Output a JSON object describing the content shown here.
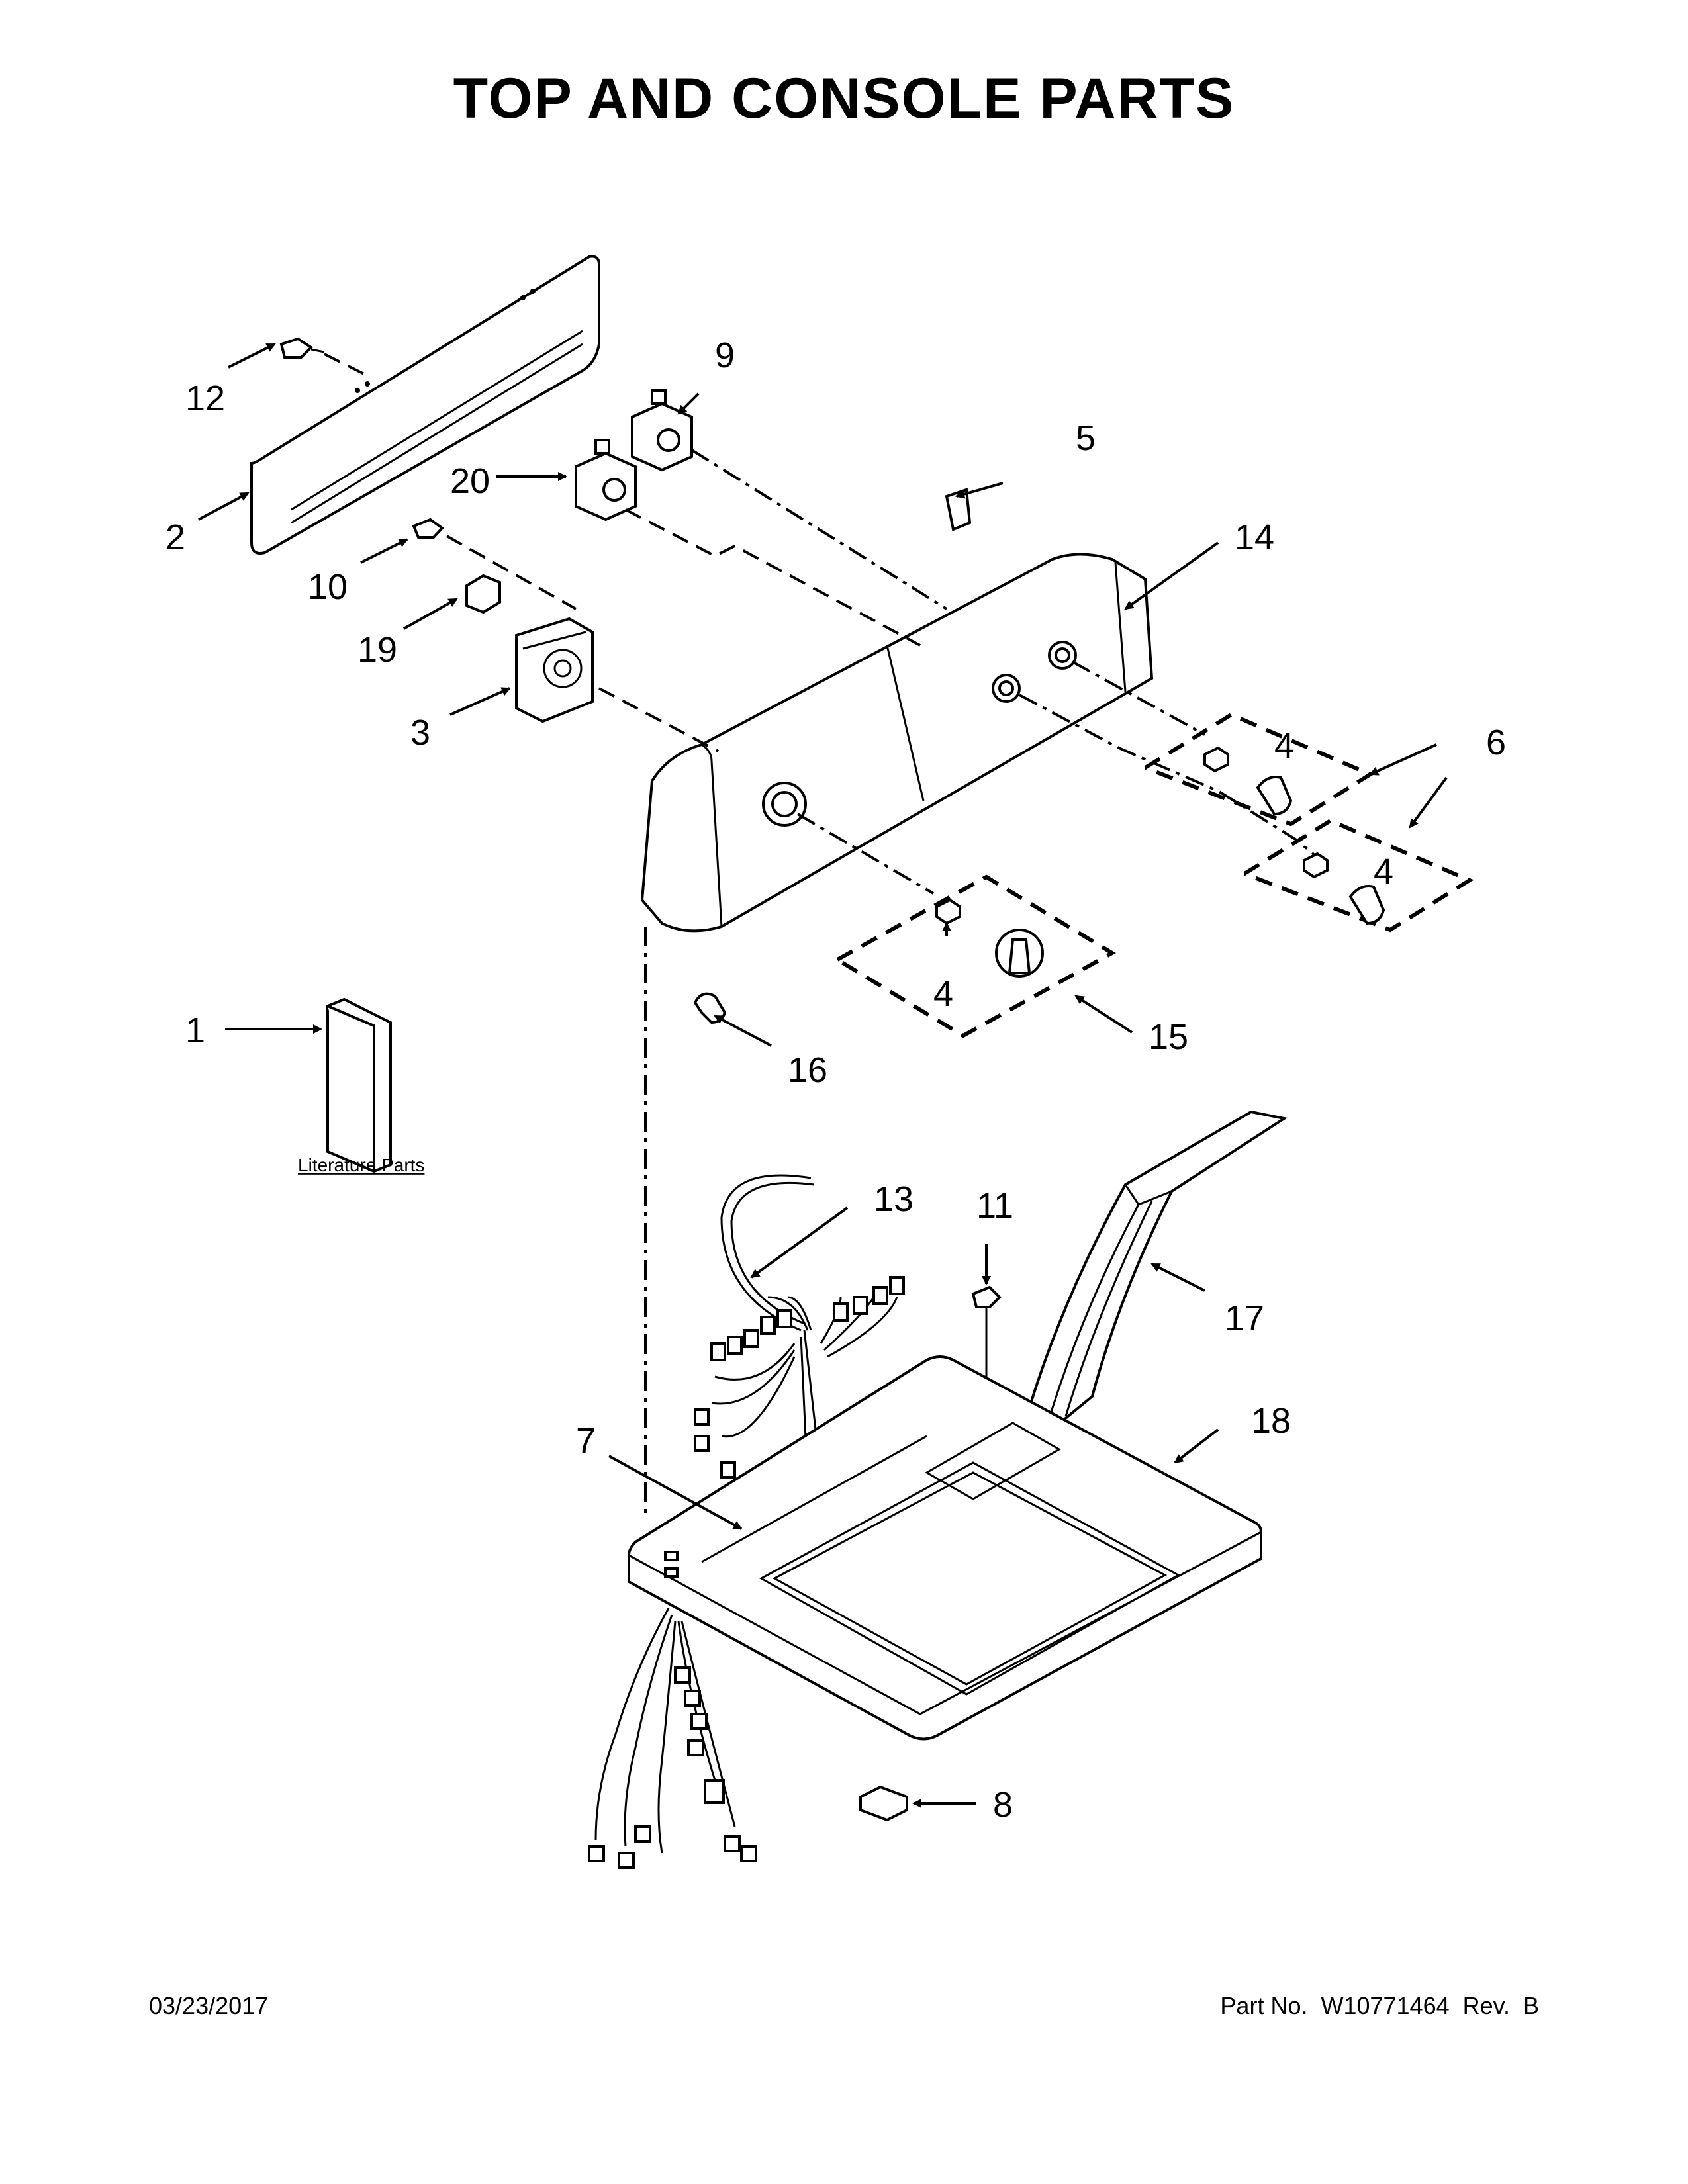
{
  "title": "TOP AND CONSOLE PARTS",
  "footer": {
    "date": "03/23/2017",
    "part_no": "Part No.  W10771464  Rev.  B"
  },
  "literature_label": "Literature Parts",
  "callouts": {
    "c1": "1",
    "c2": "2",
    "c3": "3",
    "c4a": "4",
    "c4b": "4",
    "c4c": "4",
    "c5": "5",
    "c6": "6",
    "c7": "7",
    "c8": "8",
    "c9": "9",
    "c10": "10",
    "c11": "11",
    "c12": "12",
    "c13": "13",
    "c14": "14",
    "c15": "15",
    "c16": "16",
    "c17": "17",
    "c18": "18",
    "c19": "19",
    "c20": "20"
  }
}
